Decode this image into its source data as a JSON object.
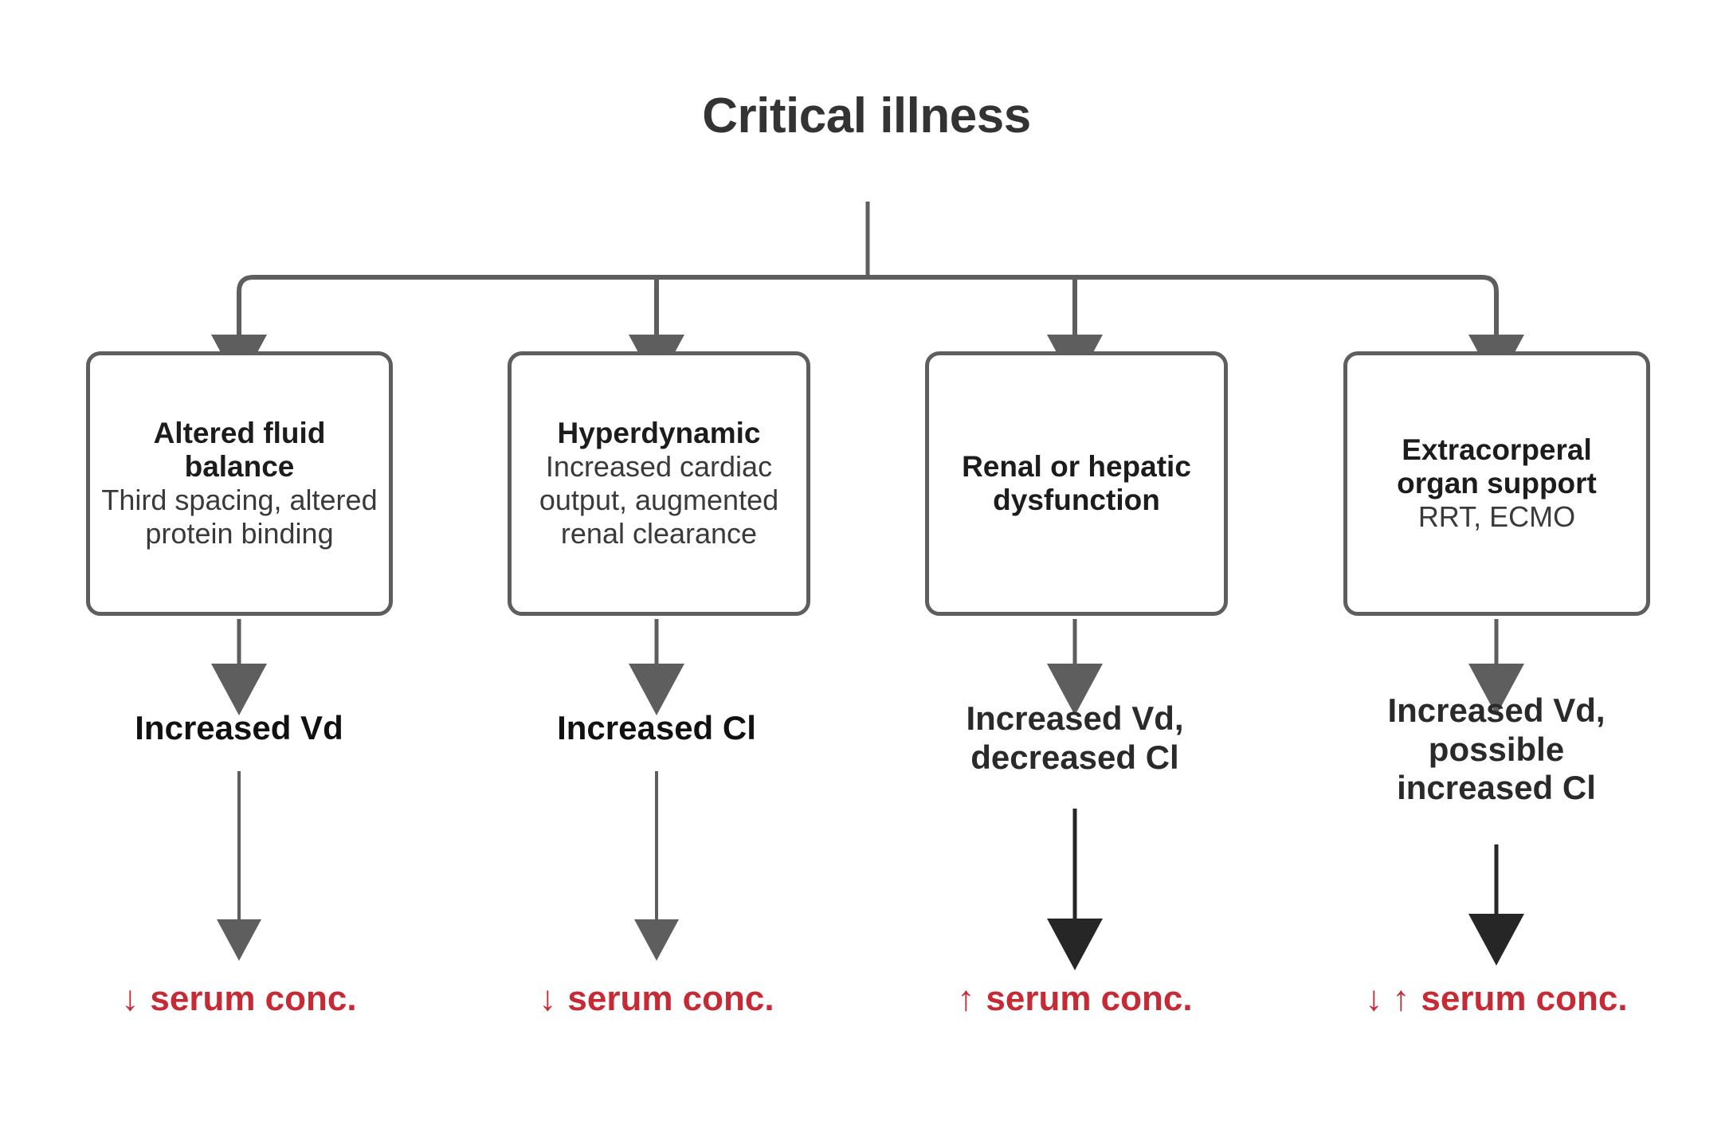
{
  "diagram": {
    "title": "Critical illness",
    "root_label": "Critical illness",
    "accent_red": "#C62A35",
    "line_gray": "#5E5E5E",
    "text_dark": "#333333",
    "branches": [
      {
        "id": "altered-fluid-balance",
        "box_title": "Altered fluid balance",
        "box_subtitle": "Third spacing, altered protein binding",
        "effect": "Increased Vd",
        "outcome_text": "serum conc.",
        "outcome_arrows": "down"
      },
      {
        "id": "hyperdynamic",
        "box_title": "Hyperdynamic",
        "box_subtitle": "Increased cardiac output, augmented renal clearance",
        "effect": "Increased Cl",
        "outcome_text": "serum conc.",
        "outcome_arrows": "down"
      },
      {
        "id": "renal-or-hepatic-dysfunction",
        "box_title": "Renal or hepatic dysfunction",
        "box_subtitle": "",
        "effect": "Increased Vd, decreased Cl",
        "outcome_text": "serum conc.",
        "outcome_arrows": "up"
      },
      {
        "id": "extracorperal-organ-support",
        "box_title": "Extracorperal organ support",
        "box_subtitle": "RRT, ECMO",
        "effect": "Increased Vd, possible increased Cl",
        "outcome_text": "serum conc.",
        "outcome_arrows": "down-up"
      }
    ],
    "icons": {
      "down_arrow": "↓",
      "up_arrow": "↑"
    }
  }
}
